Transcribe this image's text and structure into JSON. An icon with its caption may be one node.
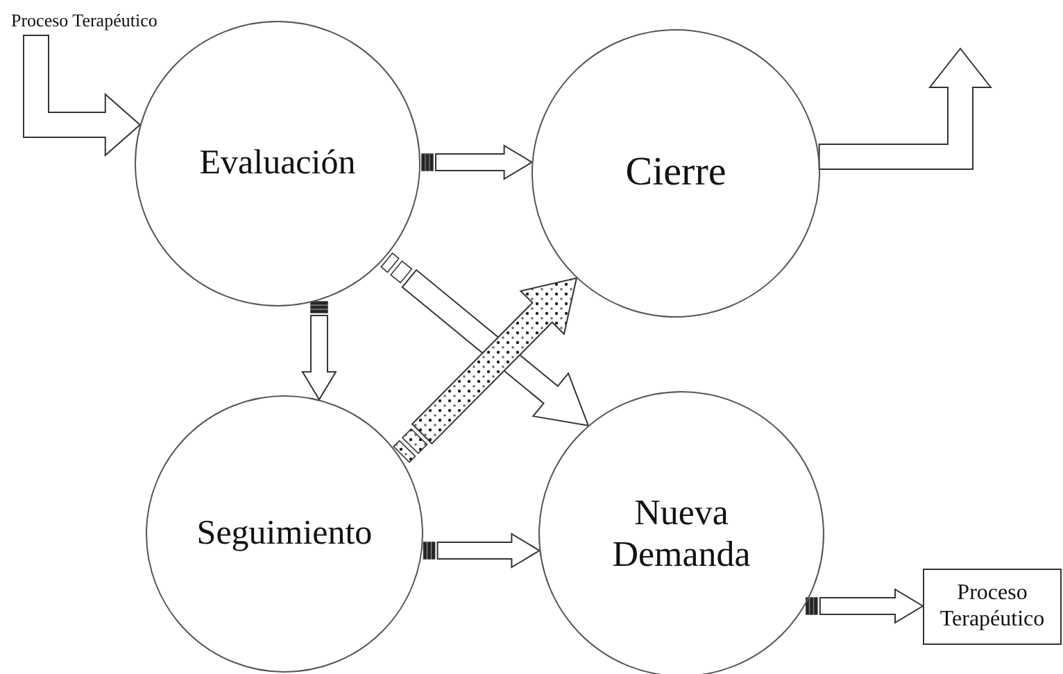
{
  "diagram": {
    "nodes": [
      {
        "text": [
          "Proceso Terapéutico"
        ]
      },
      {
        "text": [
          "Evaluación"
        ]
      },
      {
        "text": [
          "Cierre"
        ]
      },
      {
        "text": [
          "Seguimiento"
        ]
      },
      {
        "text": [
          "Nueva Demanda"
        ]
      },
      {
        "text": [
          "Proceso Terapéutico"
        ]
      }
    ],
    "edges": [
      {
        "from": 0,
        "to": 1,
        "arrow": "to"
      },
      {
        "from": 1,
        "to": 2,
        "arrow": "to"
      },
      {
        "from": 1,
        "to": 3,
        "arrow": "to"
      },
      {
        "from": 1,
        "to": 4,
        "arrow": "to"
      },
      {
        "from": 3,
        "to": 2,
        "arrow": "to"
      },
      {
        "from": 3,
        "to": 4,
        "arrow": "to"
      },
      {
        "from": 4,
        "to": 5,
        "arrow": "to"
      },
      {
        "from": 2,
        "to": null,
        "arrow": "to"
      }
    ]
  }
}
